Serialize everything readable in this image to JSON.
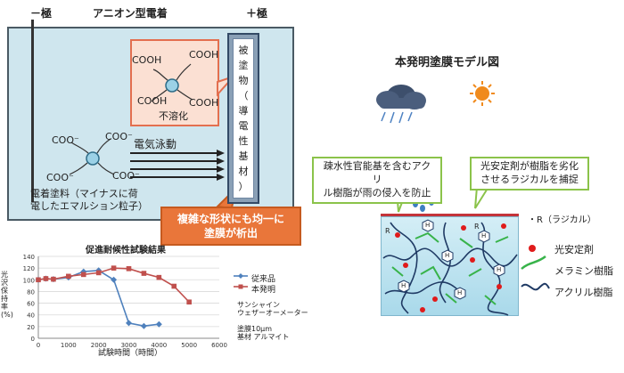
{
  "cell": {
    "title": "アニオン型電着",
    "minus": "－極",
    "plus": "＋極",
    "particle_label_1": "電着塗料（マイナスに荷",
    "particle_label_2": "電したエマルション粒子）",
    "electrophoresis": "電気泳動",
    "insoluble": "不溶化",
    "cooh": "COOH",
    "coo": "COO⁻",
    "electrode_chars": [
      "被",
      "塗",
      "物",
      "（",
      "導",
      "電",
      "性",
      "基",
      "材",
      "）"
    ],
    "callout_line1": "複雑な形状にも均一に",
    "callout_line2": "塗膜が析出"
  },
  "model": {
    "title": "本発明塗膜モデル図",
    "callout_left_line1": "疎水性官能基を含むアクリ",
    "callout_left_line2": "ル樹脂が雨の侵入を防止",
    "callout_right_line1": "光安定剤が樹脂を劣化",
    "callout_right_line2": "させるラジカルを捕捉",
    "radical_legend": "・R（ラジカル）",
    "r_mark": "R",
    "h_mark": "H",
    "legend": [
      {
        "name": "光安定剤"
      },
      {
        "name": "メラミン樹脂"
      },
      {
        "name": "アクリル樹脂"
      }
    ]
  },
  "chart_data": {
    "type": "line",
    "title": "促進耐候性試験結果",
    "xlabel": "試験時間（時間）",
    "ylabel": "光沢保持率(%)",
    "xlim": [
      0,
      6000
    ],
    "ylim": [
      0,
      140
    ],
    "xticks": [
      "0",
      "1000",
      "2000",
      "3000",
      "4000",
      "5000",
      "6000"
    ],
    "yticks": [
      "0",
      "20",
      "40",
      "60",
      "80",
      "100",
      "120",
      "140"
    ],
    "series": [
      {
        "name": "従来品",
        "color": "#4f81bd",
        "marker": "diamond",
        "x": [
          0,
          250,
          500,
          1000,
          1500,
          2000,
          2500,
          3000,
          3500,
          4000
        ],
        "y": [
          100,
          102,
          101,
          104,
          114,
          116,
          100,
          26,
          21,
          24
        ]
      },
      {
        "name": "本発明",
        "color": "#c0504d",
        "marker": "square",
        "x": [
          0,
          250,
          500,
          1000,
          1500,
          2000,
          2500,
          3000,
          3500,
          4000,
          4500,
          5000
        ],
        "y": [
          100,
          102,
          101,
          106,
          109,
          112,
          120,
          119,
          111,
          104,
          89,
          62
        ]
      }
    ],
    "annotations": [
      "サンシャイン",
      "ウェザーオーメーター",
      "塗膜10μm",
      "基材 アルマイト"
    ],
    "legend_position": "right"
  }
}
